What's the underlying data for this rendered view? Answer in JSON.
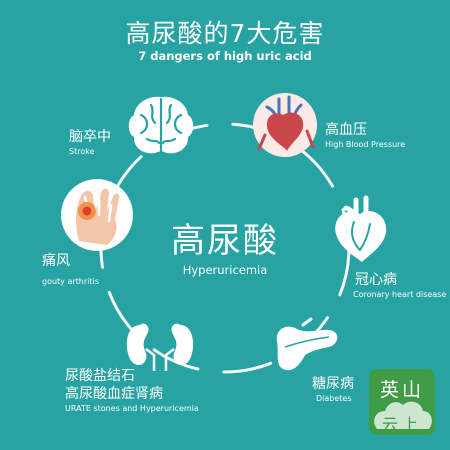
{
  "title": "高尿酸的7大危害",
  "subtitle": "7 dangers of high uric acid",
  "center": {
    "cn": "高尿酸",
    "en": "Hyperuricemia"
  },
  "items": [
    {
      "cn": "脑卒中",
      "en": "Stroke",
      "icon": "brain-icon"
    },
    {
      "cn": "高血压",
      "en": "High Blood Pressure",
      "icon": "heart-vessels-icon"
    },
    {
      "cn": "痛风",
      "en": "gouty arthritis",
      "icon": "foot-joint-icon"
    },
    {
      "cn": "冠心病",
      "en": "Coronary heart disease",
      "icon": "heart-icon"
    },
    {
      "cn1": "尿酸盐结石",
      "cn2": "高尿酸血症肾病",
      "en": "URATE stones and Hyperuricemia",
      "icon": "kidneys-icon"
    },
    {
      "cn": "糖尿病",
      "en": "Diabetes",
      "icon": "pancreas-icon"
    }
  ],
  "badge": {
    "top": "英山",
    "bottom": "云上"
  },
  "colors": {
    "background": "#27a3a4",
    "text": "#ffffff",
    "badge": "#3f9b46",
    "ring": "#ffffff"
  }
}
